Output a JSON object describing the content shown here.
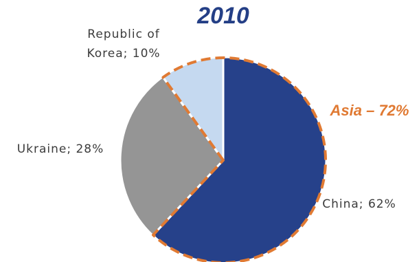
{
  "chart_data": {
    "type": "pie",
    "title": "2010",
    "start_angle_deg": 0,
    "direction": "clockwise",
    "categories": [
      "China",
      "Ukraine",
      "Republic of Korea"
    ],
    "values": [
      62,
      28,
      10
    ],
    "labels": [
      {
        "lines": [
          "China; 62%"
        ]
      },
      {
        "lines": [
          "Ukraine; 28%"
        ]
      },
      {
        "lines": [
          "Republic of",
          "Korea; 10%"
        ]
      }
    ],
    "colors": [
      "#26418a",
      "#959595",
      "#c5d9f0"
    ],
    "slice_separator_color": "#ffffff",
    "group_highlight": {
      "label": "Asia – 72%",
      "members": [
        "China",
        "Republic of Korea"
      ],
      "color": "#e07a33",
      "style": "dashed"
    },
    "legend": "none"
  }
}
